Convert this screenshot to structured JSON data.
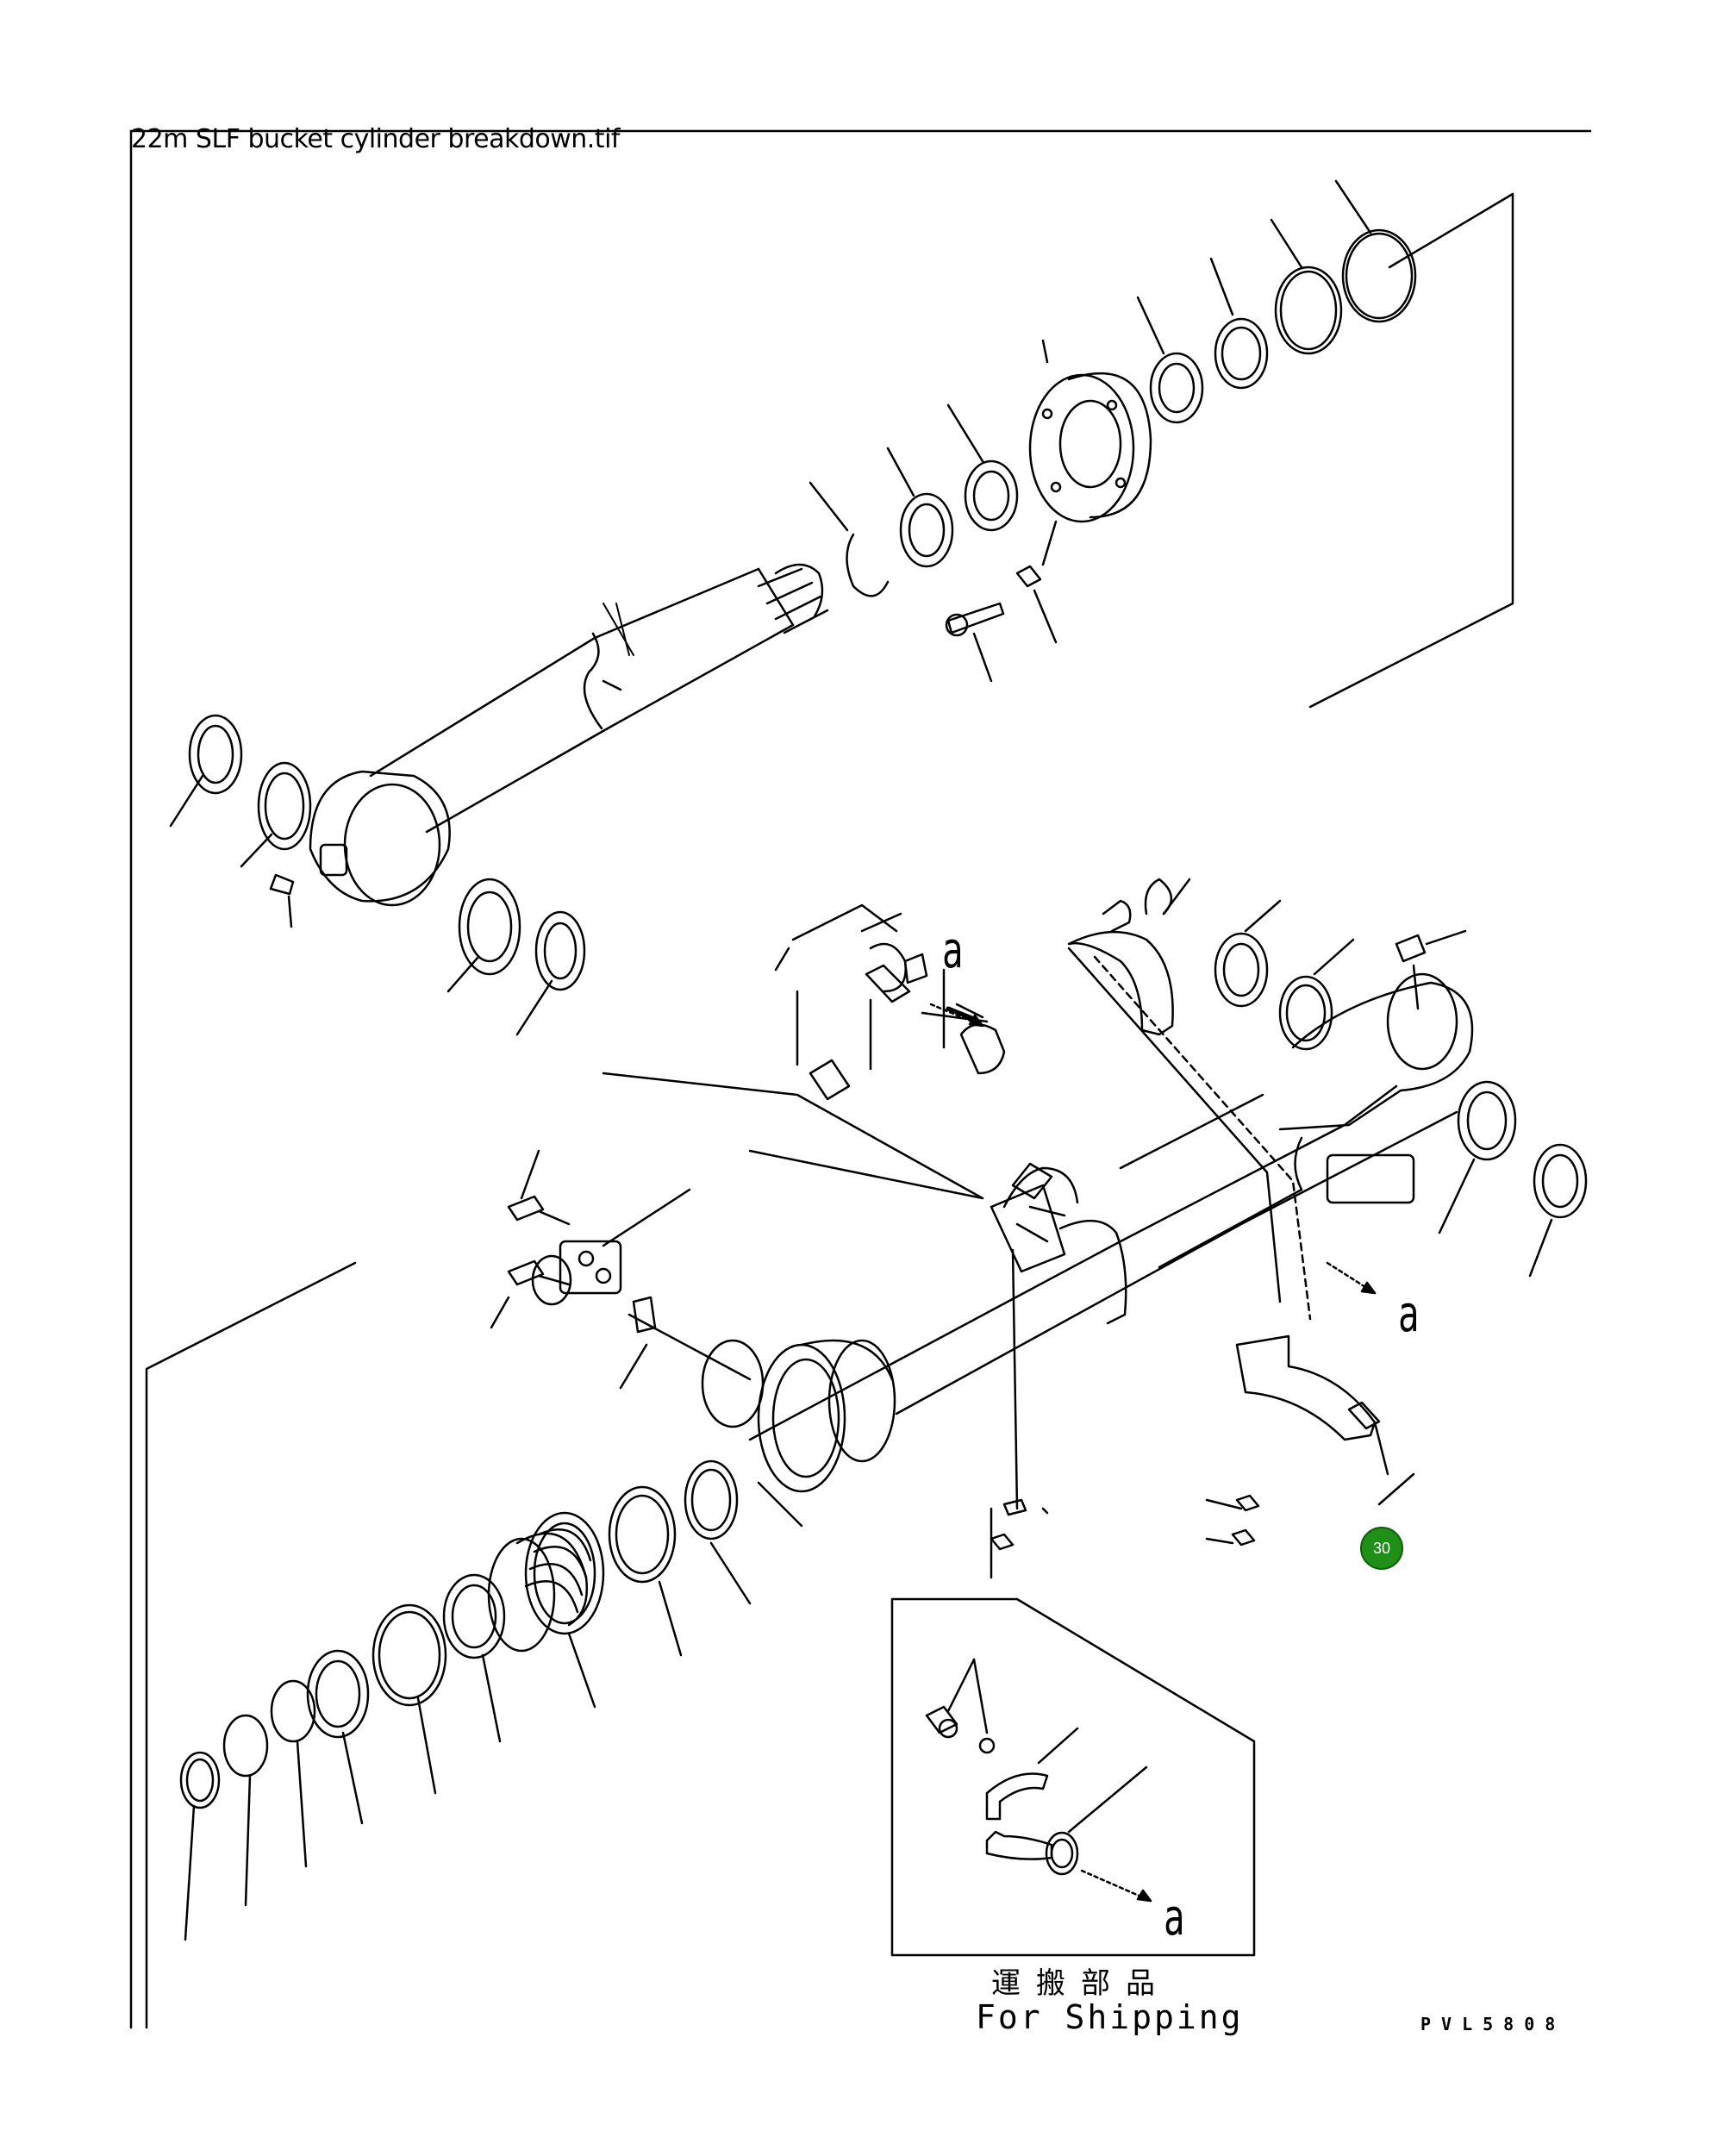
{
  "header": {
    "file_name": "22m SLF bucket cylinder breakdown.tif"
  },
  "view_marker": {
    "letter": "a"
  },
  "shipping_box": {
    "japanese_label": "運搬部品",
    "english_label": "For Shipping"
  },
  "drawing_code": "PVL5808",
  "callout": {
    "number": "30",
    "color": "#1f8f17"
  }
}
